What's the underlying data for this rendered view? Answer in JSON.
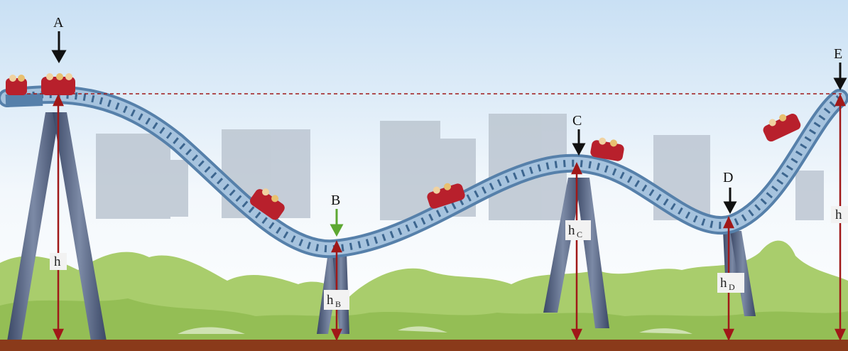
{
  "points": {
    "A": "A",
    "B": "B",
    "C": "C",
    "D": "D",
    "E": "E"
  },
  "heights": {
    "h_left": "h",
    "h_right": "h",
    "hB_main": "h",
    "hB_sub": "B",
    "hC_main": "h",
    "hC_sub": "C",
    "hD_main": "h",
    "hD_sub": "D"
  },
  "colors": {
    "sky_top": "#cfe4f5",
    "sky_bottom": "#ffffff",
    "track": "#7fa4c8",
    "track_dark": "#4f7aa6",
    "support": "#4d5d7a",
    "height_arrow": "#a01818",
    "ground": "#8a3a1a",
    "bush": "#a8cc6a",
    "bush_dark": "#8cb84e",
    "building": "#b9c3cf",
    "car": "#b8202c",
    "arrow_black": "#111111",
    "arrow_green": "#5da832"
  }
}
